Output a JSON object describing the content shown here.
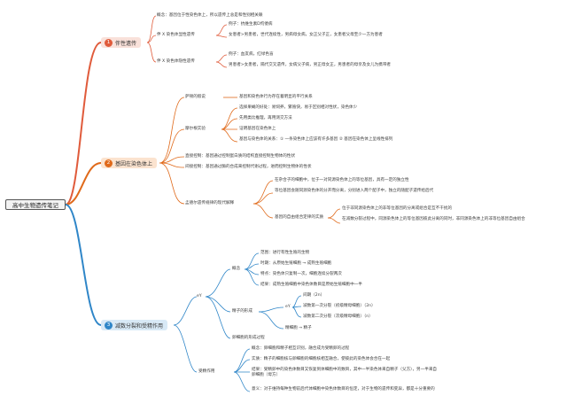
{
  "root": "高中生物遗传笔记",
  "branches": [
    {
      "num": "1",
      "label": "伴性遗传",
      "color": "#e05b3b",
      "bg": "#f9e1da",
      "concept": "概念：基因位于性染色体上，所以遗传上总是和性别相关联",
      "x_dominant": {
        "label": "伴 X 染色体显性遗传",
        "example": "例子：抗维生素D佝偻病",
        "female": "女患者>男患者，世代连续性，男病母女病，女正父子正，女患者父母至少一方为患者"
      },
      "x_recessive": {
        "label": "伴 X 染色体隐性遗传",
        "example": "例子：血友病，红绿色盲",
        "male": "男患者>女患者，隔代交叉遗传，女病父子病，男正母女正，男患者的母亲及女儿为携带者"
      }
    },
    {
      "num": "2",
      "label": "基因在染色体上",
      "color": "#e06a1b",
      "bg": "#fbe3cf",
      "sutton": {
        "label": "萨顿的假说",
        "text": "基因和染色体行为存在着明显的平行关系"
      },
      "morgan": {
        "label": "摩尔根实验",
        "items": [
          "选择果蝇的好处：易饲养，繁殖快，易于区别相对性状，染色体少",
          "先用类比推理，再用测交方法",
          "证明基因在染色体上",
          "基因与染色体的关系：① 一条染色体上应该有许多基因 ② 基因在染色体上呈线性排列"
        ]
      },
      "direct": "直接控制：基因通过控制蛋白质的结构直接控制生物体的性状",
      "indirect": "间接控制：基因通过酶的合成来控制代谢过程，进而控制生物体的性状",
      "modern": {
        "label": "孟德尔遗传规律的现代解释",
        "items": [
          "在杂合子的细胞中，位于一对同源染色体上的等位基因，具有一定的独立性",
          "等位基因会随同源染色体的分开而分离，分别进入两个配子中，独立的随配子遗传给后代"
        ],
        "free": {
          "label": "基因的自由组合定律的实质",
          "items": [
            "位于非同源染色体上的非等位基因的分离或组合是互不干扰的",
            "在减数分裂过程中，同源染色体上的等位基因彼此分离的同时，非同源染色体上的非等位基因自由组合"
          ]
        }
      }
    },
    {
      "num": "3",
      "label": "减数分裂和受精作用",
      "color": "#2f86c8",
      "bg": "#d8e9f6",
      "ey": "eY",
      "concept": {
        "label": "概念",
        "items": [
          "范围：进行有性生殖的生物",
          "时期：从原始生殖细胞 → 成熟生殖细胞",
          "特点：染色体只复制一次，细胞连续分裂两次",
          "结果：成熟生殖细胞中染色体数目是原始生殖细胞中一半"
        ]
      },
      "sperm": {
        "label": "精子的形成",
        "ey": "eY",
        "items": [
          "间期（2n）",
          "减数第一次分裂（初级精母细胞）（2n）",
          "减数第二次分裂（次级精母细胞）（n）"
        ],
        "last": "精细胞 → 精子"
      },
      "egg": "卵细胞的形成过程",
      "fertilization": {
        "label": "受精作用",
        "items": [
          "概念：卵细胞和精子相互识别，融合成为受精卵的过程",
          "实质：精子的细胞核与卵细胞的细胞核相互融合，使彼此的染色体会合在一起",
          "结果：受精卵中的染色体数目又恢复到体细胞中的数目，其中一半染色体来自精子（父方），另一半来自卵细胞（母方）",
          "意义：对于维持每种生物前后代体细胞中染色体数目的恒定，对于生物的遗传和变异，都是十分重要的"
        ]
      }
    }
  ]
}
